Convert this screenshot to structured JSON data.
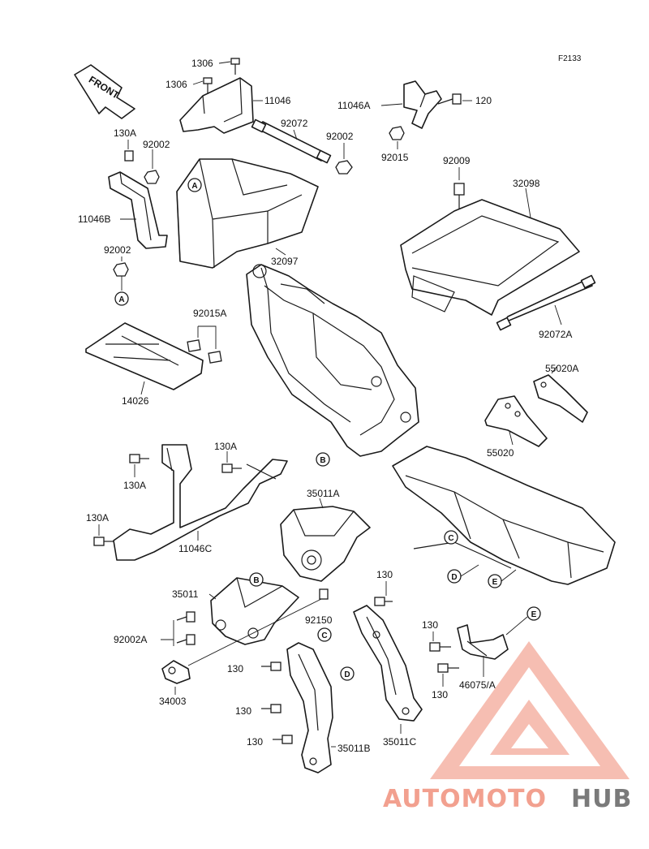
{
  "diagram_code": "F2133",
  "front_arrow_label": "FRONT",
  "labels": {
    "p1306a": "1306",
    "p1306b": "1306",
    "p11046": "11046",
    "p92072": "92072",
    "p92002_top": "92002",
    "p11046a": "11046A",
    "p120": "120",
    "p92015": "92015",
    "p130a_top": "130A",
    "p92002_left": "92002",
    "p11046b": "11046B",
    "p92002_lower": "92002",
    "p32097": "32097",
    "p92009": "92009",
    "p32098": "32098",
    "p92072a": "92072A",
    "p92015a": "92015A",
    "p14026": "14026",
    "p55020a": "55020A",
    "p55020": "55020",
    "p130a_1": "130A",
    "p130a_2": "130A",
    "p130a_3": "130A",
    "p11046c": "11046C",
    "p35011a": "35011A",
    "p35011": "35011",
    "p92150": "92150",
    "p92002a": "92002A",
    "p34003": "34003",
    "p130_1": "130",
    "p130_2": "130",
    "p130_3": "130",
    "p130_4": "130",
    "p130_5": "130",
    "p130_6": "130",
    "p35011b": "35011B",
    "p35011c": "35011C",
    "p46075a": "46075/A"
  },
  "callouts": {
    "a1": "A",
    "a2": "A",
    "b1": "B",
    "b2": "B",
    "c1": "C",
    "c2": "C",
    "d1": "D",
    "d2": "D",
    "e1": "E",
    "e2": "E"
  },
  "watermark": {
    "part1": "AUTOMOTO",
    "part2": "HUB",
    "color_primary": "#f2a08f",
    "color_secondary": "#7a7a7a"
  }
}
